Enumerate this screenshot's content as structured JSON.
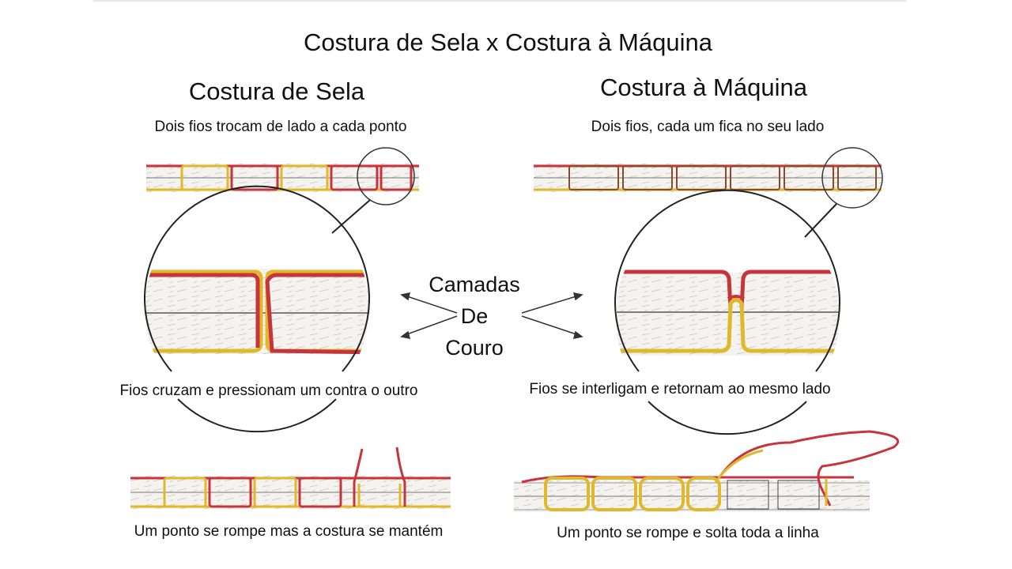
{
  "title": "Costura de Sela x Costura à Máquina",
  "saddle": {
    "heading": "Costura de Sela",
    "caption_top": "Dois fios trocam de lado a cada ponto",
    "caption_mid": "Fios cruzam e pressionam um contra o outro",
    "caption_bottom": "Um ponto se rompe mas a costura se mantém"
  },
  "machine": {
    "heading": "Costura à Máquina",
    "caption_top": "Dois fios, cada um fica no seu lado",
    "caption_mid": "Fios se interligam e retornam ao mesmo lado",
    "caption_bottom": "Um ponto se rompe e solta toda a linha"
  },
  "center": {
    "line1": "Camadas",
    "line2": "De",
    "line3": "Couro"
  },
  "colors": {
    "thread_top": "#c8343b",
    "thread_bottom": "#e0b92a",
    "leather": "#f4f3ef",
    "outline": "#333333"
  }
}
